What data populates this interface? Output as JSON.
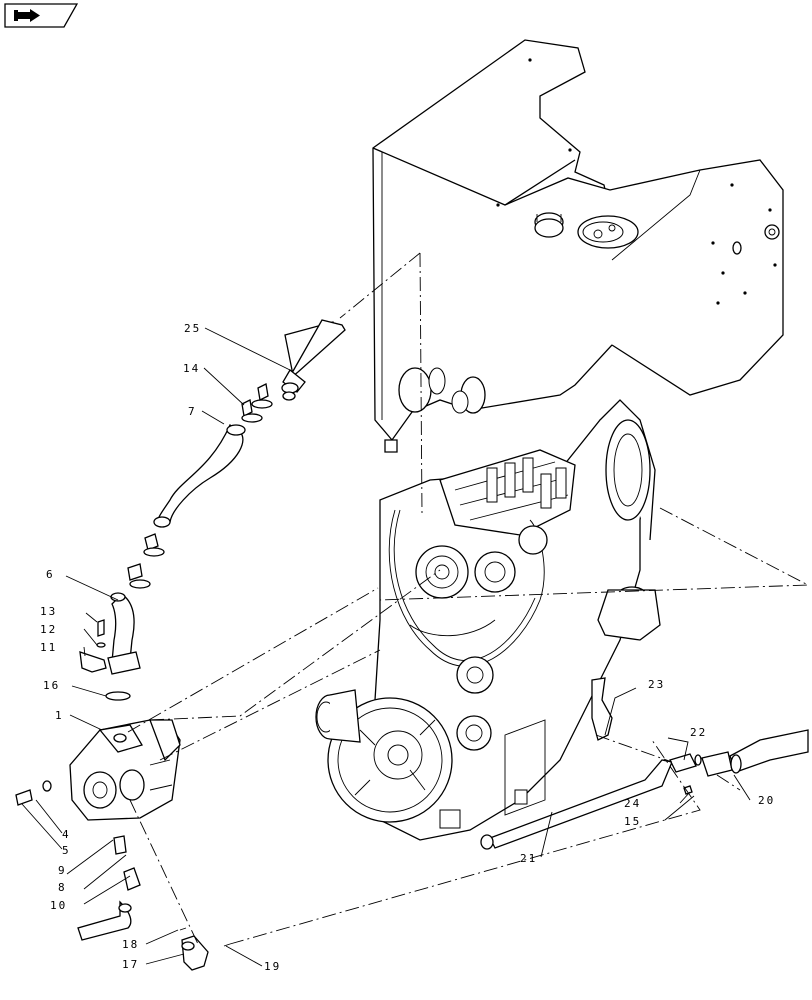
{
  "toolbar": {
    "nav_icon": "return-arrow-icon"
  },
  "callouts": {
    "c1": "1",
    "c4": "4",
    "c5": "5",
    "c6": "6",
    "c7": "7",
    "c8": "8",
    "c9": "9",
    "c10": "10",
    "c11": "11",
    "c12": "12",
    "c13": "13",
    "c14": "14",
    "c15": "15",
    "c16": "16",
    "c17": "17",
    "c18": "18",
    "c19": "19",
    "c20": "20",
    "c21": "21",
    "c22": "22",
    "c23": "23",
    "c24": "24",
    "c25": "25"
  }
}
